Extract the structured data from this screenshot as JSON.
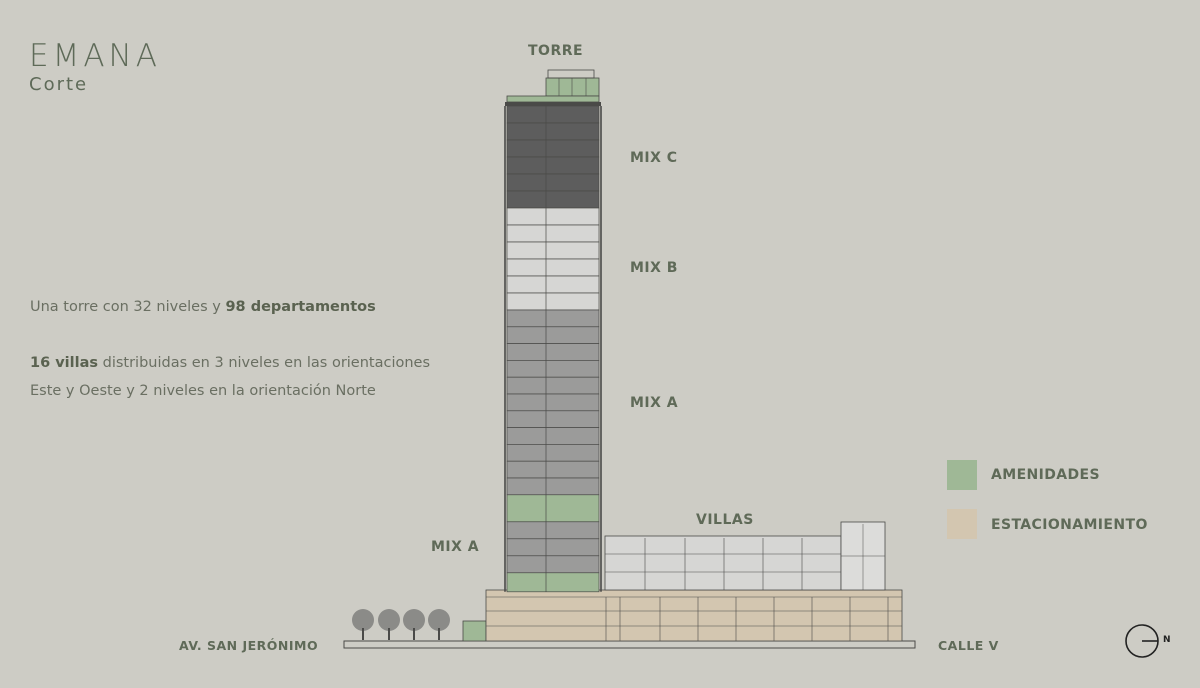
{
  "brand": {
    "title": "EMANA",
    "subtitle": "Corte"
  },
  "description": {
    "line1_prefix": "Una torre con 32 niveles y ",
    "line1_bold": "98 departamentos",
    "line2_bold": "16 villas",
    "line2_rest": " distribuidas en 3 niveles en las orientaciones",
    "line3": "Este y Oeste y 2 niveles en la orientación Norte"
  },
  "labels": {
    "torre": "TORRE",
    "mix_c": "MIX C",
    "mix_b": "MIX B",
    "mix_a_upper": "MIX A",
    "mix_a_lower": "MIX A",
    "villas": "VILLAS",
    "street_left": "AV. SAN JERÓNIMO",
    "street_right": "CALLE V",
    "compass": "N"
  },
  "legend": [
    {
      "label": "AMENIDADES",
      "color": "#9fb896"
    },
    {
      "label": "ESTACIONAMIENTO",
      "color": "#d3c6b0"
    }
  ],
  "colors": {
    "mix_c": "#5d5d5d",
    "mix_b": "#d6d6d4",
    "mix_a": "#9b9b9a",
    "amenities": "#9fb896",
    "parking": "#d3c6b0",
    "villas": "#d6d6d4",
    "tree": "#8b8b88",
    "line": "#4a4a48"
  }
}
